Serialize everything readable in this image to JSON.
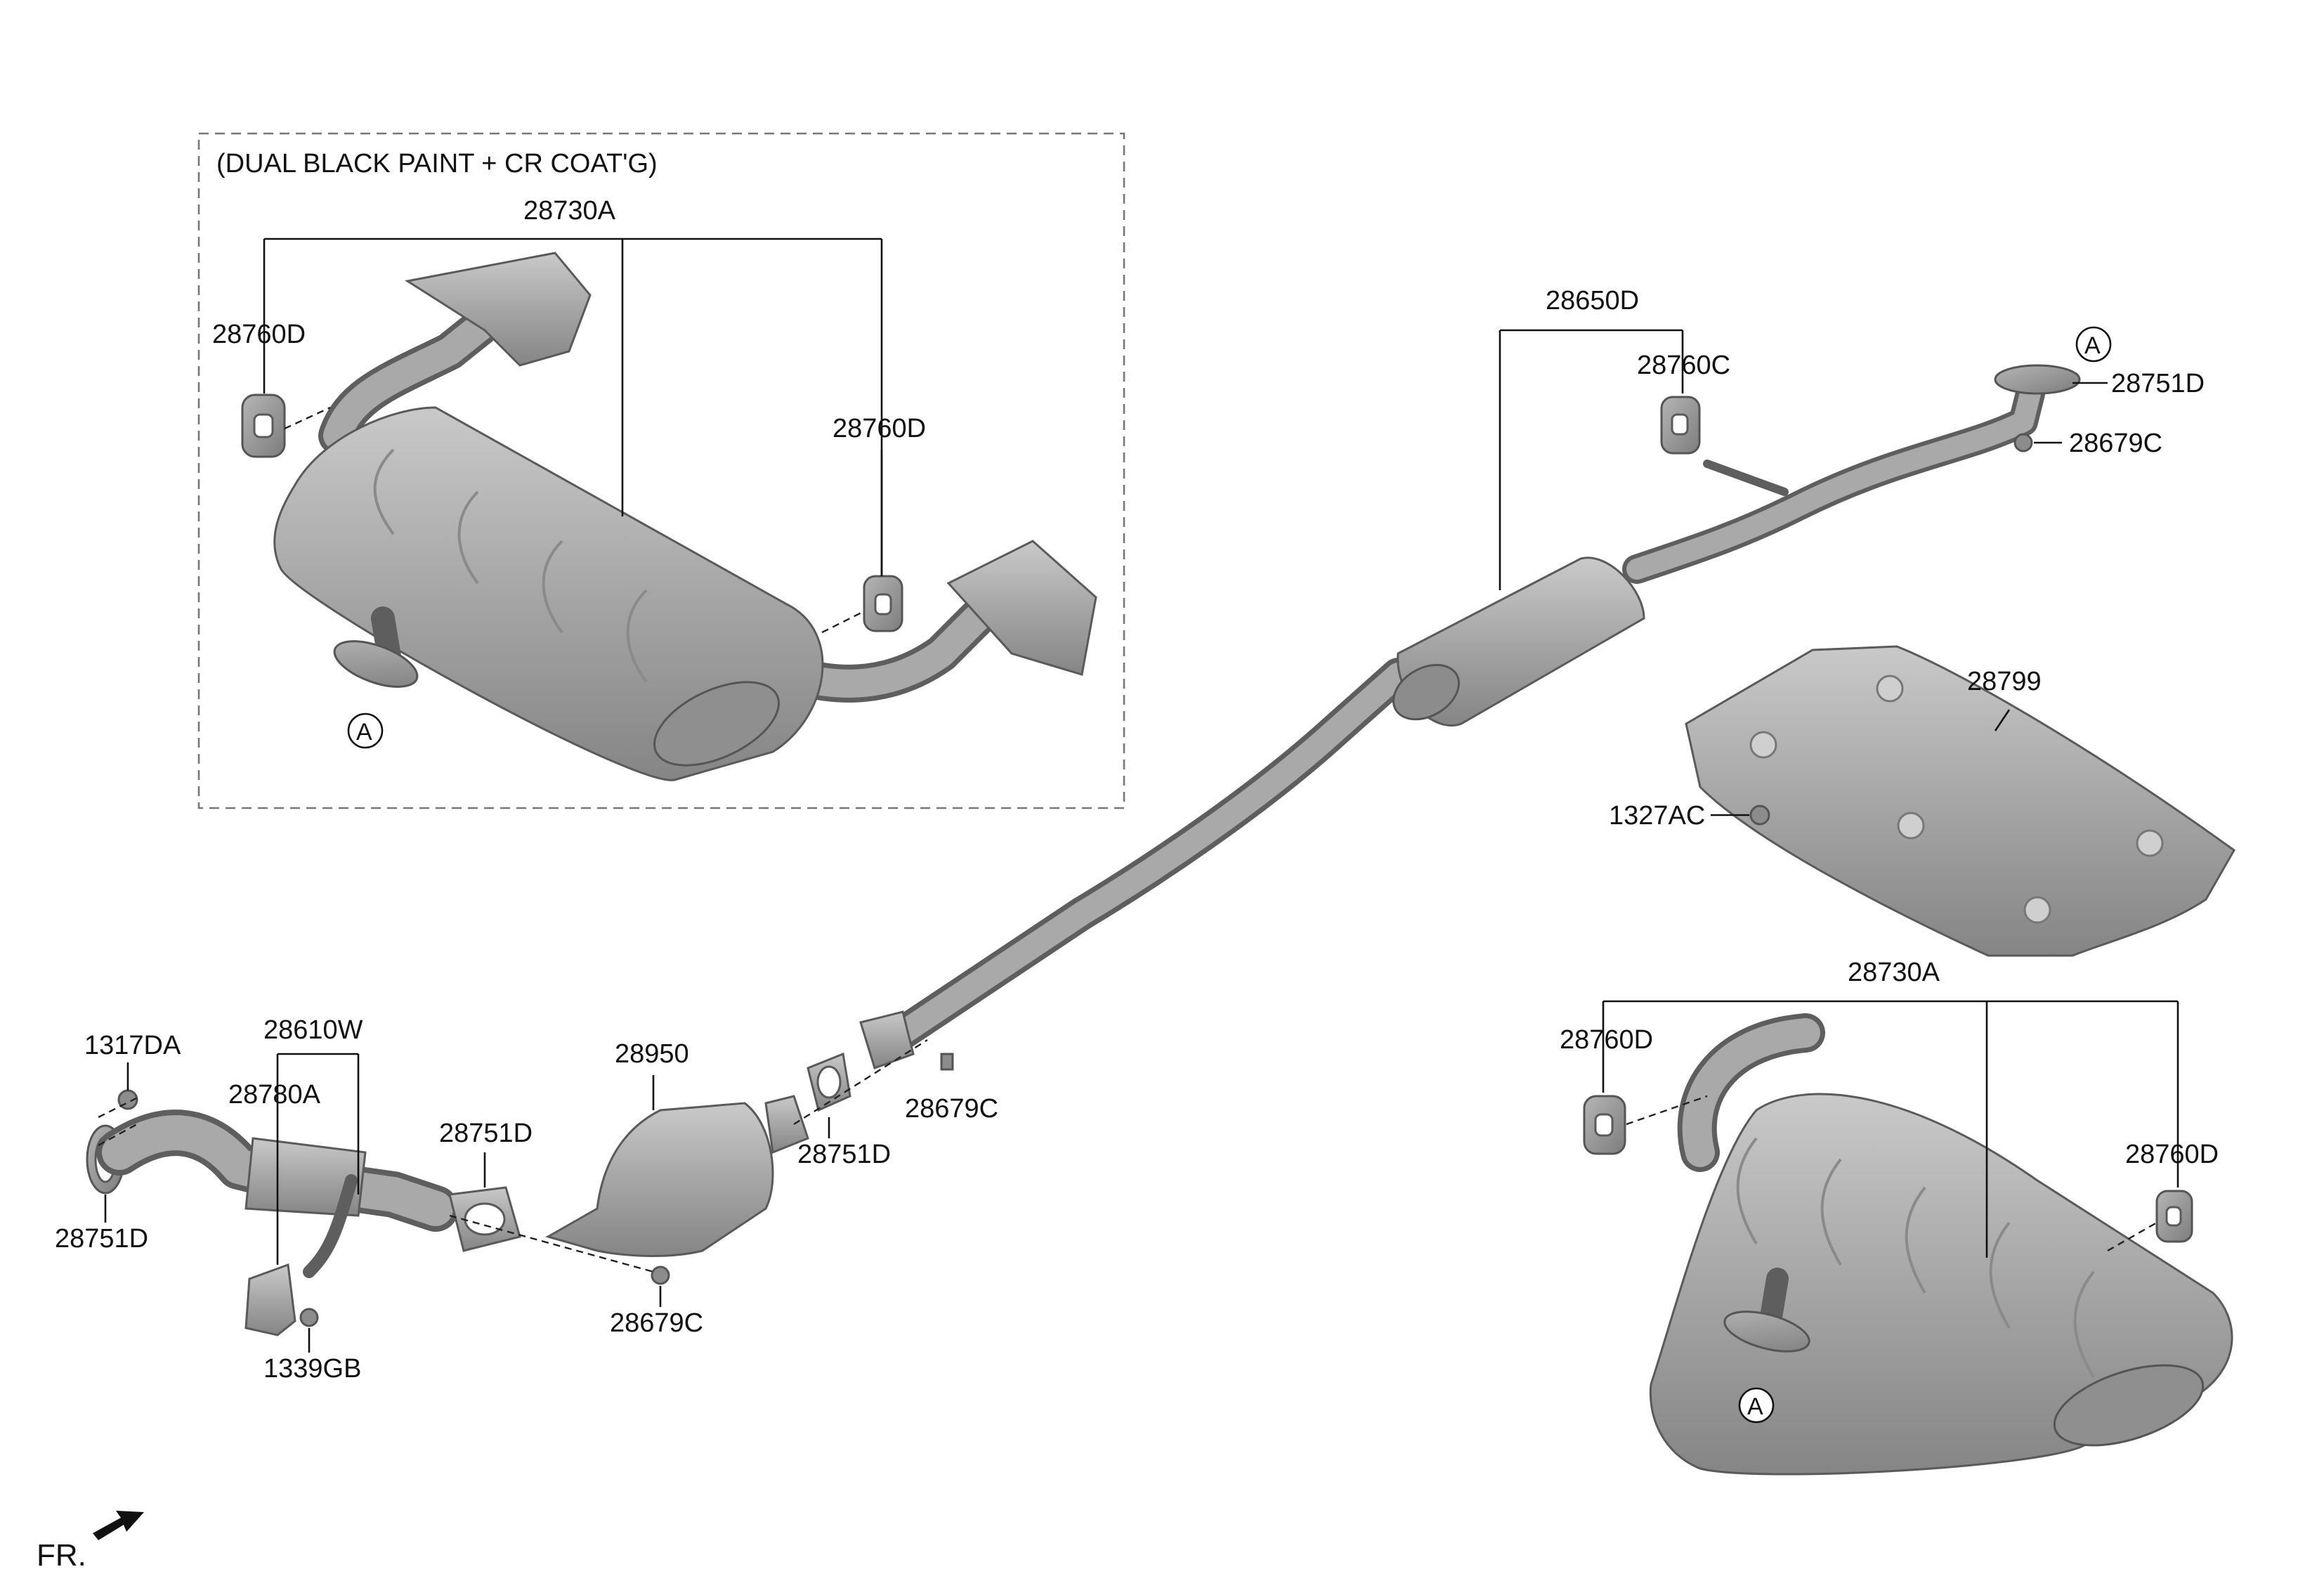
{
  "option_box": {
    "note": "(DUAL BLACK PAINT + CR COAT'G)"
  },
  "labels": {
    "muffler_upper": "28730A",
    "hanger_upper_left": "28760D",
    "hanger_upper_right": "28760D",
    "ref_a_upper": "A",
    "center_pipe": "28650D",
    "hanger_center": "28760C",
    "ref_a_center": "A",
    "gasket_rear": "28751D",
    "nut_rear": "28679C",
    "heat_protector": "28799",
    "nut_protector": "1327AC",
    "muffler_lower": "28730A",
    "hanger_lower_left": "28760D",
    "hanger_lower_right": "28760D",
    "ref_a_lower": "A",
    "front_pipe": "28610W",
    "nut_front_top": "1317DA",
    "bracket": "28780A",
    "gasket_front_left": "28751D",
    "bolt_bracket": "1339GB",
    "gasket_front_mid": "28751D",
    "nut_front_mid": "28679C",
    "catalytic": "28950",
    "gasket_cat_rear": "28751D",
    "nut_cat_rear": "28679C"
  },
  "direction": {
    "label": "FR."
  },
  "icons": {
    "front_arrow": "arrow-down-left-icon",
    "reference_mark": "circle-letter-icon"
  },
  "colors": {
    "part_fill": "#a3a3a3",
    "outline": "#5a5a5a",
    "ink": "#111111"
  }
}
